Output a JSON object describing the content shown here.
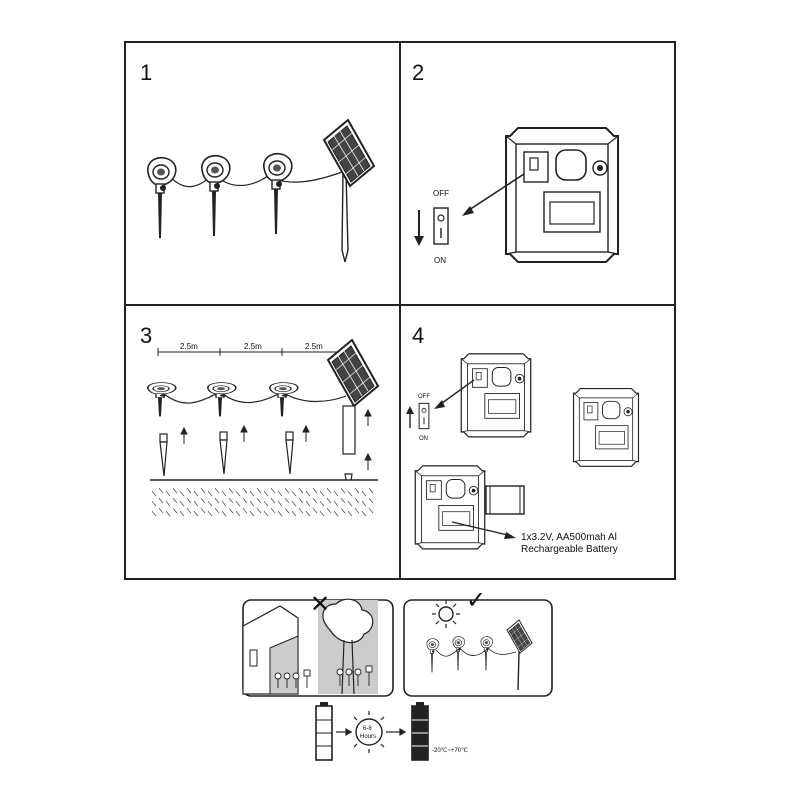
{
  "panels": [
    {
      "number": "1"
    },
    {
      "number": "2",
      "switch_off": "OFF",
      "switch_on": "ON"
    },
    {
      "number": "3",
      "distances": [
        "2.5m",
        "2.5m",
        "2.5m"
      ]
    },
    {
      "number": "4",
      "switch_off": "OFF",
      "switch_on": "ON",
      "battery_line1": "1x3.2V, AA500mah Al",
      "battery_line2": "Rechargeable Battery"
    }
  ],
  "bottom": {
    "wrong_mark": "✕",
    "right_mark": "✓",
    "charge_time": "6-8",
    "charge_unit": "Hours",
    "temperature_range": "-20℃~+70℃"
  },
  "colors": {
    "line": "#222222",
    "shade": "#cccccc",
    "ground": "#555555"
  }
}
